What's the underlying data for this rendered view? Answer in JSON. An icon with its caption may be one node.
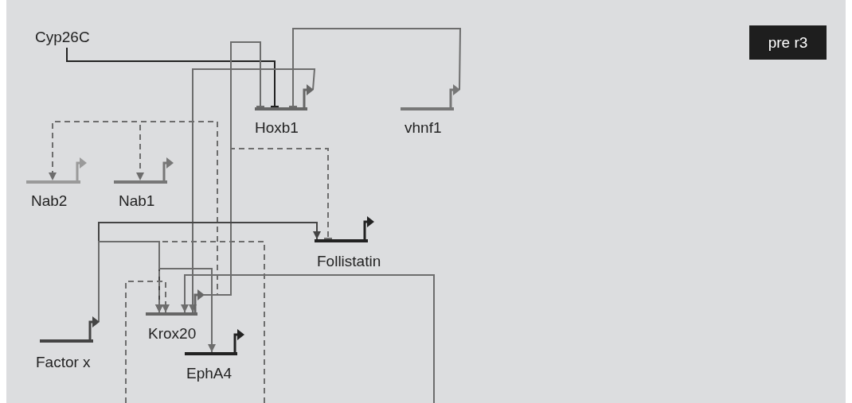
{
  "diagram": {
    "nodes": [
      {
        "text": [
          "Cyp26C"
        ]
      },
      {
        "text": [
          "Hoxb1"
        ]
      },
      {
        "text": [
          "vhnf1"
        ]
      },
      {
        "text": [
          "Nab2"
        ]
      },
      {
        "text": [
          "Nab1"
        ]
      },
      {
        "text": [
          "Follistatin"
        ]
      },
      {
        "text": [
          "Factor x"
        ]
      },
      {
        "text": [
          "Krox20"
        ]
      },
      {
        "text": [
          "EphA4"
        ]
      }
    ],
    "edges": [
      {
        "from": 0,
        "to": 1,
        "arrow": "other",
        "color": "#222222"
      },
      {
        "from": 2,
        "to": 1,
        "arrow": "other"
      },
      {
        "from": 7,
        "to": 1,
        "arrow": "other"
      },
      {
        "from": 1,
        "to": 7,
        "arrow": "to"
      },
      {
        "from": 7,
        "to": 3,
        "arrow": "to",
        "style": "dashed"
      },
      {
        "from": 7,
        "to": 4,
        "arrow": "to",
        "style": "dashed"
      },
      {
        "from": 7,
        "to": 5,
        "arrow": "other",
        "style": "dashed"
      },
      {
        "from": 6,
        "to": 5,
        "arrow": "to",
        "color": "#444444"
      },
      {
        "from": 6,
        "to": 7,
        "arrow": "to",
        "color": "#444444"
      },
      {
        "from": 6,
        "to": 8,
        "arrow": "to"
      },
      {
        "from": null,
        "to": 7,
        "arrow": "to",
        "style": "dashed"
      },
      {
        "from": null,
        "to": 7,
        "arrow": "to",
        "style": "dashed"
      },
      {
        "from": null,
        "to": 7,
        "arrow": "to"
      }
    ],
    "labels": [
      "pre r3"
    ]
  }
}
